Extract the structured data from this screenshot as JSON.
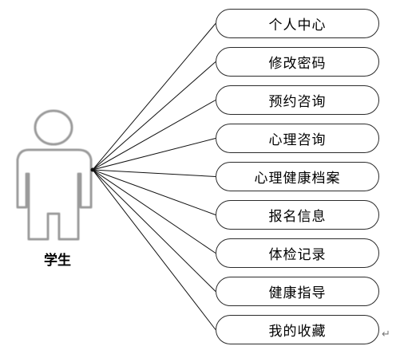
{
  "actor": {
    "label": "学生"
  },
  "use_cases": [
    {
      "label": "个人中心"
    },
    {
      "label": "修改密码"
    },
    {
      "label": "预约咨询"
    },
    {
      "label": "心理咨询"
    },
    {
      "label": "心理健康档案"
    },
    {
      "label": "报名信息"
    },
    {
      "label": "体检记录"
    },
    {
      "label": "健康指导"
    },
    {
      "label": "我的收藏"
    }
  ],
  "paragraph_mark": "↵"
}
